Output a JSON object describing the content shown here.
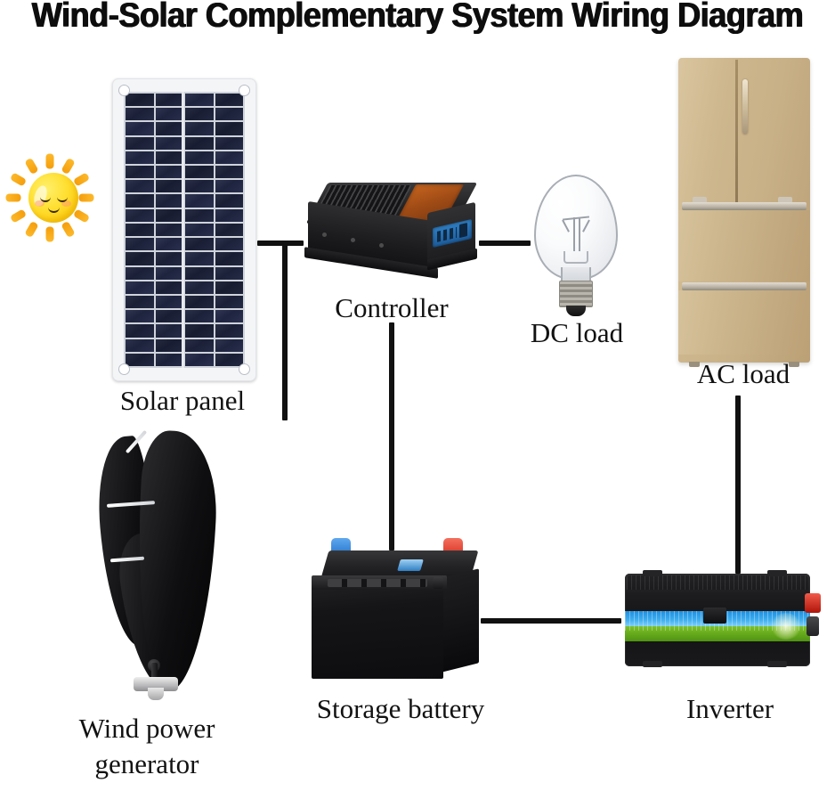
{
  "title": "Wind-Solar Complementary System Wiring Diagram",
  "diagram": {
    "type": "wiring-diagram",
    "background_color": "#ffffff",
    "wire_color": "#111111",
    "components": [
      {
        "id": "sun",
        "icon": "sun-icon",
        "label": "",
        "description": "cartoon smiling sun",
        "colors": {
          "body": "#ffe033",
          "rays": "#f59e0b"
        }
      },
      {
        "id": "solar-panel",
        "label": "Solar panel",
        "description": "flexible polycrystalline solar panel with white frame and corner grommets",
        "cell_columns": 4,
        "cell_rows": 19,
        "colors": {
          "frame": "#f4f5f7",
          "cell": "#1b2038"
        }
      },
      {
        "id": "controller",
        "label": "Controller",
        "description": "black finned charge controller with copper top plate and blue LCD display",
        "colors": {
          "body": "#1c1c1e",
          "copper": "#a14c16",
          "display": "#1d5c9b"
        }
      },
      {
        "id": "dc-load",
        "label": "DC load",
        "description": "clear incandescent light bulb with screw base",
        "colors": {
          "glass": "#eceef1",
          "base": "#8e8b83"
        }
      },
      {
        "id": "ac-load",
        "label": "AC load",
        "description": "champagne gold French-door refrigerator with two doors and two drawers",
        "colors": {
          "body": "#c8b087",
          "trim": "#b9b1a3"
        }
      },
      {
        "id": "wind-power-generator",
        "label": "Wind power generator",
        "label_line1": "Wind power",
        "label_line2": "generator",
        "description": "vertical-axis helical maglev wind turbine with black blades and silver base",
        "colors": {
          "blades": "#0f0f11",
          "base": "#b9b9bb"
        }
      },
      {
        "id": "storage-battery",
        "label": "Storage battery",
        "description": "black lead-acid battery with blue negative and red positive terminals",
        "colors": {
          "body": "#15151 7",
          "negative_terminal": "#1565c0",
          "positive_terminal": "#cf2012"
        }
      },
      {
        "id": "inverter",
        "label": "Inverter",
        "description": "black ribbed power inverter with sky and field graphic band and red terminal",
        "colors": {
          "body": "#1d1d1f",
          "sky": "#3fb0f0",
          "field": "#7dc227",
          "terminal": "#b01408"
        }
      }
    ],
    "connections": [
      {
        "from": "solar-panel",
        "to": "controller",
        "style": "t-junction"
      },
      {
        "from": "controller",
        "to": "dc-load",
        "style": "horizontal"
      },
      {
        "from": "controller",
        "to": "storage-battery",
        "style": "vertical"
      },
      {
        "from": "solar-panel",
        "to": "storage-battery",
        "style": "vertical-branch"
      },
      {
        "from": "storage-battery",
        "to": "inverter",
        "style": "horizontal"
      },
      {
        "from": "inverter",
        "to": "ac-load",
        "style": "vertical"
      }
    ]
  }
}
